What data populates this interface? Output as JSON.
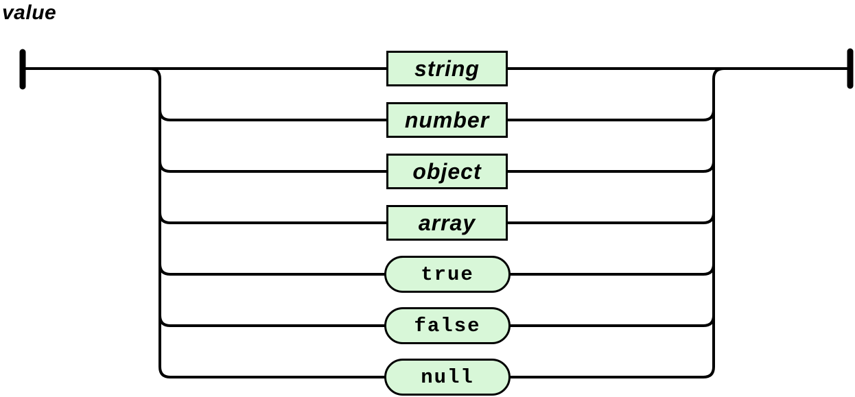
{
  "diagram": {
    "title": "value",
    "type": "railroad-syntax-diagram",
    "branches": [
      {
        "label": "string",
        "kind": "nonterminal",
        "shape": "rectangle"
      },
      {
        "label": "number",
        "kind": "nonterminal",
        "shape": "rectangle"
      },
      {
        "label": "object",
        "kind": "nonterminal",
        "shape": "rectangle"
      },
      {
        "label": "array",
        "kind": "nonterminal",
        "shape": "rectangle"
      },
      {
        "label": "true",
        "kind": "terminal",
        "shape": "pill"
      },
      {
        "label": "false",
        "kind": "terminal",
        "shape": "pill"
      },
      {
        "label": "null",
        "kind": "terminal",
        "shape": "pill"
      }
    ],
    "colors": {
      "node_fill": "#d8f7d8",
      "node_border": "#000000",
      "line": "#000000",
      "background": "#ffffff",
      "text": "#000000"
    }
  }
}
